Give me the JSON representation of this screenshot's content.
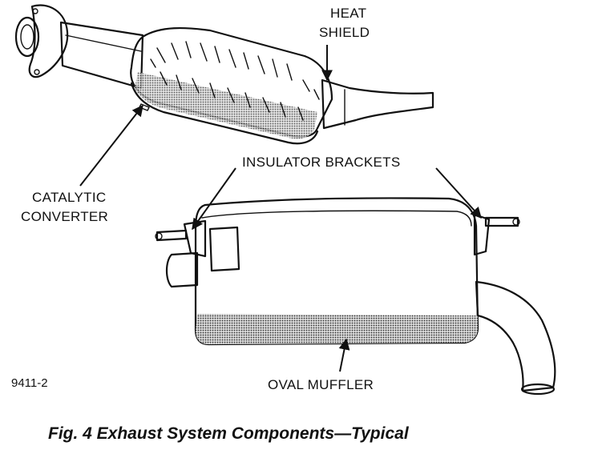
{
  "labels": {
    "heat_shield_line1": "HEAT",
    "heat_shield_line2": "SHIELD",
    "insulator_brackets": "INSULATOR BRACKETS",
    "catalytic_line1": "CATALYTIC",
    "catalytic_line2": "CONVERTER",
    "oval_muffler": "OVAL MUFFLER"
  },
  "figure_code": "9411-2",
  "caption": "Fig. 4 Exhaust System Components—Typical",
  "colors": {
    "ink": "#111111",
    "shade": "#bdbdbd",
    "background": "#ffffff"
  }
}
